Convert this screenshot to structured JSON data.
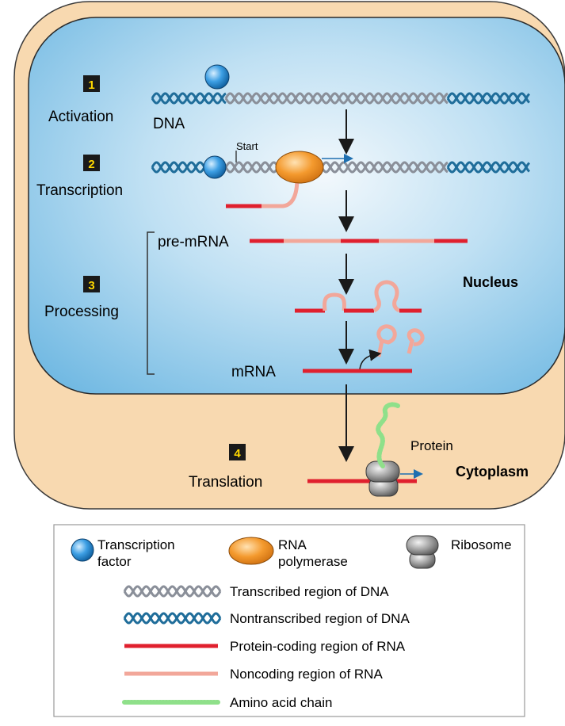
{
  "steps": [
    {
      "number": "1",
      "label": "Activation"
    },
    {
      "number": "2",
      "label": "Transcription"
    },
    {
      "number": "3",
      "label": "Processing"
    },
    {
      "number": "4",
      "label": "Translation"
    }
  ],
  "labels": {
    "dna": "DNA",
    "start": "Start",
    "pre_mrna": "pre-mRNA",
    "mrna": "mRNA",
    "protein": "Protein",
    "nucleus": "Nucleus",
    "cytoplasm": "Cytoplasm"
  },
  "legend": {
    "transcription_factor": [
      "Transcription",
      "factor"
    ],
    "rna_polymerase": [
      "RNA",
      "polymerase"
    ],
    "ribosome": "Ribosome",
    "rows": [
      "Transcribed region of DNA",
      "Nontranscribed region of DNA",
      "Protein-coding region of RNA",
      "Noncoding region of RNA",
      "Amino acid chain"
    ]
  },
  "colors": {
    "cytoplasm": "#f8d9b0",
    "nucleus_center": "#eaf4fb",
    "nucleus_edge": "#7fbfe4",
    "coding_rna": "#e0202e",
    "noncoding_rna": "#f2a79a",
    "transcribed_dna": "#8a8f99",
    "nontranscribed_dna": "#1f6d9a",
    "step_badge_bg": "#1a1a1a",
    "step_badge_fg": "#ffd800",
    "polymerase": "#f2992e",
    "transcription_factor": "#3a9be0",
    "amino_acid": "#8fe08a"
  }
}
